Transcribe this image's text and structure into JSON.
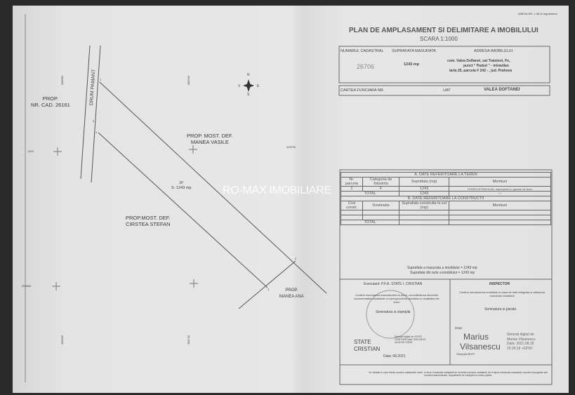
{
  "annex": "ANEXA NR. 1.36 la regulament",
  "title": "PLAN DE AMPLASAMENT SI DELIMITARE A IMOBILULUI",
  "scale": "SCARA 1:1000",
  "header_table": {
    "col_cadastral": "NUMARUL CADASTRAL",
    "col_surface": "SUPRAFATA MASURATA",
    "col_address": "ADRESA IMOBILULUI",
    "cadastral": "26706",
    "surface": "1243 mp",
    "address_lines": [
      "com. Valea Doftanei, sat Traisteni, Fn,",
      "punct \" Paduri \" - intravilan",
      "tarla 25, parcela F 242 - , jud. Prahova"
    ]
  },
  "cf": {
    "label": "CARTEA FUNCIARA NR.",
    "value": "",
    "uat_label": "UAT",
    "uat": "VALEA DOFTANEI"
  },
  "plan": {
    "road": "DRUM PAMANT",
    "prop_left": [
      "PROP.",
      "NR. CAD. 26161"
    ],
    "prop_north": [
      "PROP. MOST. DEF.",
      "MANEA VASILE"
    ],
    "prop_south": [
      "PROP.MOST. DEF.",
      "CIRSTEA STEFAN"
    ],
    "prop_east": [
      "PROP.",
      "MANEA ANA"
    ],
    "parcel": [
      "1F",
      "S- 1243 mp"
    ],
    "coords": [
      "338950",
      "358200",
      "1200",
      "433700",
      "433650",
      "358950",
      "358700"
    ],
    "points": [
      "1",
      "2",
      "3",
      "4",
      "5"
    ],
    "compass": [
      "N",
      "S",
      "E",
      "V"
    ]
  },
  "watermark": "RO-MAX IMOBILIARE",
  "section_a": {
    "title": "A. DATE REFERITOARE LA TEREN",
    "headers": [
      "Nr. parcela",
      "Categoria de folosinta",
      "Suprafata (mp)",
      "Mentiuni"
    ],
    "row": [
      "1",
      "F",
      "1243",
      "TEREN INTRAVILAN, imprejmuit  cu garduri de lemn"
    ],
    "total_label": "TOTAL",
    "total": "1243",
    "total_note": "---"
  },
  "section_b": {
    "title": "B. DATE REFERITOARE LA CONSTRUCTII",
    "headers": [
      "Cod constr.",
      "Destinatie",
      "Suprafata construita la sol (mp)",
      "Mentiuni"
    ],
    "total_label": "TOTAL"
  },
  "surfaces": [
    "Suprafata a masurata a imobilului = 1243 mp",
    "Suprafata din acte a imobilului = 1243 mp"
  ],
  "executant": {
    "title": "Executant: P.F.A. STATE I. CRISTIAN",
    "text": "Confirm executarea masuratorilor la teren, corectitudinea intocmirii documentatiei cadastrale si corespondenta acesteia cu realitatea din teren",
    "sign": "Semnatura si stampila",
    "name": [
      "STATE",
      "CRISTIAN"
    ],
    "digital": "Semnat digital de STATE CRISTIAN Data: 2021.08.04 15:43:46 +03'00'",
    "date": "Data: 08.2021"
  },
  "inspector": {
    "title": "INSPECTOR",
    "text": "Confirm introducerea imobilului in baza de date integrata si atribuirea numarului cadastral",
    "sign": "Semnatura si parafa",
    "date_label": "Data:",
    "name": [
      "Marius",
      "Vilsanescu"
    ],
    "digital": [
      "Semnat digital de",
      "Marius Vilsanescu",
      "Data: 2021.08.18",
      "15:26:19 +03'00'"
    ],
    "stamp": "Stampila BCPI"
  },
  "footnote": "*In situatia in care exista numere cadastrale vechi, in locul numarului cadastral se va trece numarul cadastral, iar in lipsa numarului cadastral, numarul topografic sau numarul administrativ. Suprafetele se rotunjesc la metru patrat."
}
